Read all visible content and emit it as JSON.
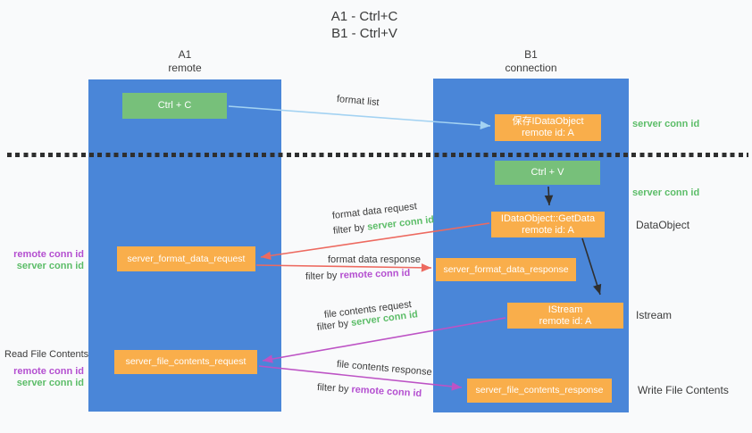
{
  "title": {
    "line1": "A1 - Ctrl+C",
    "line2": "B1 - Ctrl+V"
  },
  "columns": {
    "a1": {
      "id": "A1",
      "subtitle": "remote"
    },
    "b1": {
      "id": "B1",
      "subtitle": "connection"
    }
  },
  "nodes": {
    "ctrl_c": "Ctrl + C",
    "save_idataobject": {
      "line1": "保存IDataObject",
      "line2": "remote id: A"
    },
    "ctrl_v": "Ctrl + V",
    "getdata": {
      "line1": "IDataObject::GetData",
      "line2": "remote id: A"
    },
    "format_request": "server_format_data_request",
    "format_response": "server_format_data_response",
    "istream": {
      "line1": "IStream",
      "line2": "remote id: A"
    },
    "file_request": "server_file_contents_request",
    "file_response": "server_file_contents_response"
  },
  "side_labels": {
    "server_conn_id_top": "server conn id",
    "server_conn_id_mid": "server conn id",
    "dataobject": "DataObject",
    "istream": "Istream",
    "write_file_contents": "Write File Contents",
    "read_file_contents": "Read File Contents",
    "remote_conn_id_1": "remote conn id",
    "server_conn_id_1": "server conn id",
    "remote_conn_id_2": "remote conn id",
    "server_conn_id_2": "server conn id"
  },
  "arrow_labels": {
    "format_list": "format list",
    "format_data_request": "format data request",
    "format_data_response": "format data response",
    "file_contents_request": "file contents request",
    "file_contents_response": "file contents response",
    "filter_by": "filter by ",
    "server_conn_id": "server conn id",
    "remote_conn_id": "remote conn id"
  },
  "colors": {
    "lane_blue": "#4a86d8",
    "green_box": "#77c07a",
    "orange_box": "#f9ae4b",
    "arrow_blue": "#a3d2f2",
    "arrow_red": "#ed6a60",
    "arrow_purple": "#bd53c5",
    "arrow_black": "#2f2f2f",
    "text_green": "#5cbd68",
    "text_purple": "#b44fd0",
    "text_dark": "#3b3b3b"
  }
}
